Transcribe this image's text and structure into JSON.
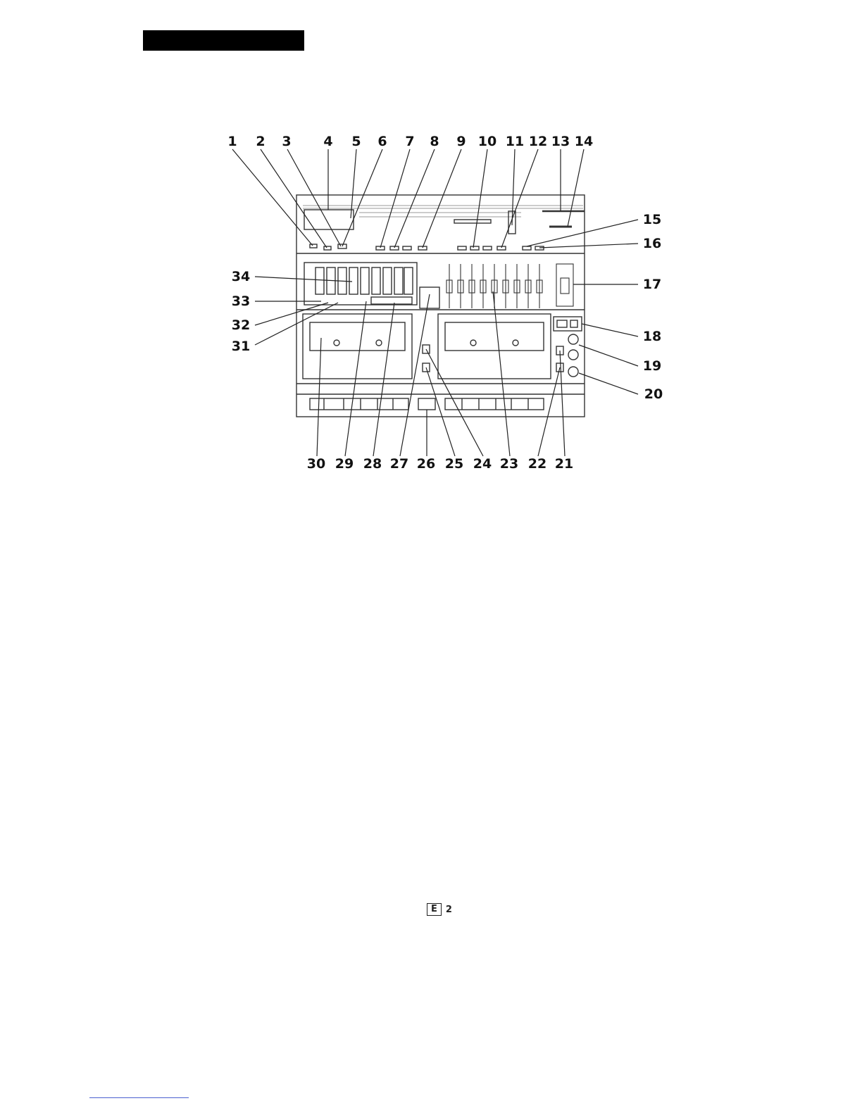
{
  "callouts_top": [
    "1",
    "2",
    "3",
    "4",
    "5",
    "6",
    "7",
    "8",
    "9",
    "10",
    "11",
    "12",
    "13",
    "14"
  ],
  "callouts_right": [
    "15",
    "16",
    "17",
    "18",
    "19",
    "20"
  ],
  "callouts_bottom": [
    "30",
    "29",
    "28",
    "27",
    "26",
    "25",
    "24",
    "23",
    "22",
    "21"
  ],
  "callouts_left": [
    "34",
    "33",
    "32",
    "31"
  ],
  "footer": {
    "box_letter": "E",
    "page_number": "2"
  }
}
